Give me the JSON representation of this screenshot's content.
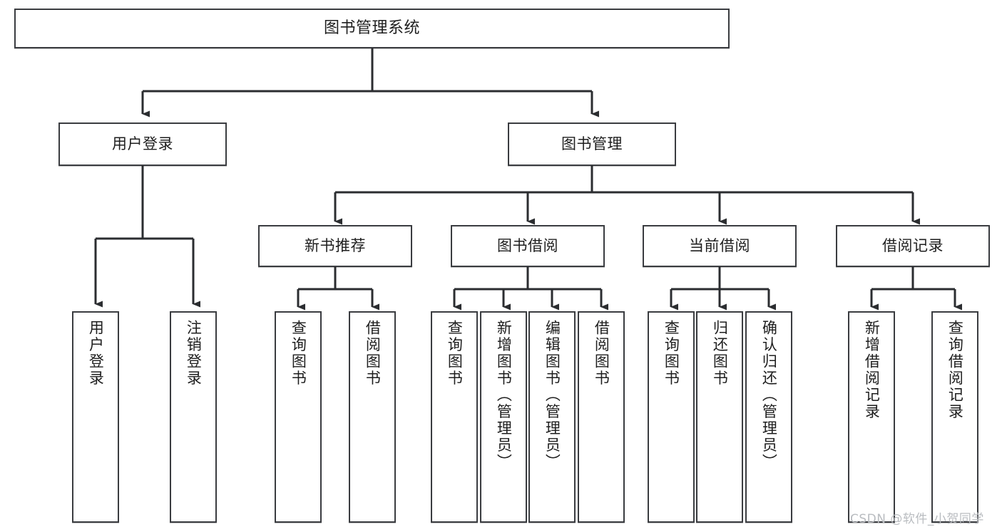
{
  "diagram": {
    "type": "tree",
    "orientation": "top-down",
    "title": "图书管理系统",
    "colors": {
      "background": "#ffffff",
      "box_border": "#3a3c40",
      "box_fill": "#ffffff",
      "connector": "#2b2d30",
      "text": "#1e1e1e",
      "watermark": "#b9bcc0"
    },
    "root": {
      "label": "图书管理系统"
    },
    "level1": [
      {
        "label": "用户登录"
      },
      {
        "label": "图书管理"
      }
    ],
    "level2": [
      {
        "label": "新书推荐"
      },
      {
        "label": "图书借阅"
      },
      {
        "label": "当前借阅"
      },
      {
        "label": "借阅记录"
      }
    ],
    "leaves": {
      "user_login": [
        {
          "label": "用户登录"
        },
        {
          "label": "注销登录"
        }
      ],
      "new_book_recommend": [
        {
          "label": "查询图书"
        },
        {
          "label": "借阅图书"
        }
      ],
      "book_borrow": [
        {
          "label": "查询图书"
        },
        {
          "label": "新增图书（管理员）"
        },
        {
          "label": "编辑图书（管理员）"
        },
        {
          "label": "借阅图书"
        }
      ],
      "current_borrow": [
        {
          "label": "查询图书"
        },
        {
          "label": "归还图书"
        },
        {
          "label": "确认归还（管理员）"
        }
      ],
      "borrow_record": [
        {
          "label": "新增借阅记录"
        },
        {
          "label": "查询借阅记录"
        }
      ]
    }
  },
  "watermark": {
    "text": "CSDN @软件_小贺同学"
  }
}
